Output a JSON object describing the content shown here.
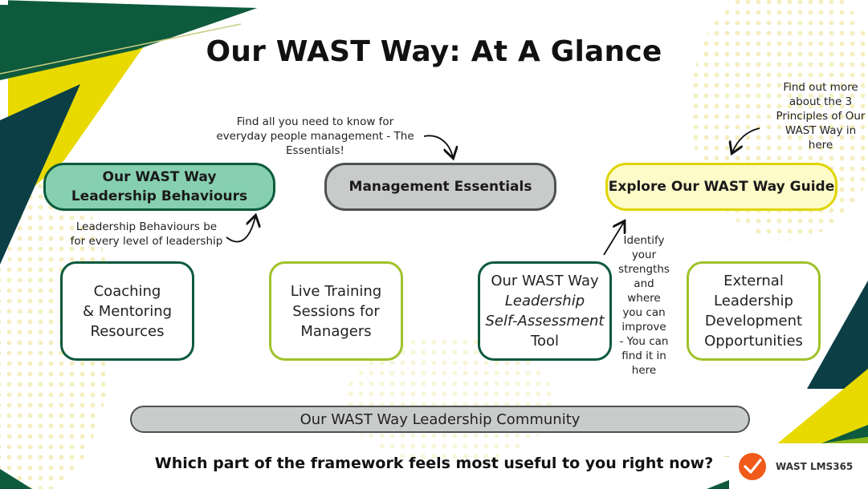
{
  "title": "Our WAST Way: At A Glance",
  "pills": {
    "leadership_behaviours": {
      "line1": "Our WAST Way",
      "line2": "Leadership Behaviours"
    },
    "management_essentials": "Management Essentials",
    "explore_guide": "Explore Our WAST Way Guide"
  },
  "notes": {
    "essentials": [
      "Find all you need to know for",
      "everyday people management - The",
      "Essentials!"
    ],
    "behaviours": [
      "Leadership Behaviours be",
      "for every level of leadership"
    ],
    "guide": [
      "Find out more",
      "about the 3",
      "Principles of Our",
      "WAST Way in",
      "here"
    ],
    "assessment": [
      "Identify",
      "your",
      "strengths",
      "and",
      "where",
      "you can",
      "improve",
      "- You can",
      "find it in",
      "here"
    ]
  },
  "boxes": {
    "coaching": [
      "Coaching",
      "& Mentoring",
      "Resources"
    ],
    "live_training": [
      "Live Training",
      "Sessions for",
      "Managers"
    ],
    "self_assessment": [
      "Our WAST Way",
      "Leadership",
      "Self-Assessment",
      "Tool"
    ],
    "external": [
      "External",
      "Leadership",
      "Development",
      "Opportunities"
    ]
  },
  "community": "Our WAST Way Leadership Community",
  "question": "Which part of the framework feels most useful to you right now?",
  "logo": {
    "text": "WAST LMS365",
    "icon": "checkmark-icon"
  },
  "colors": {
    "dark_green": "#0d5a3c",
    "teal": "#0b3f45",
    "yellow": "#e8d900",
    "lime": "#8cb81a",
    "mint": "#86d0b0",
    "pale_yellow": "#fdfbc8",
    "grey": "#c8cbc9",
    "logo_orange": "#f05a1a"
  }
}
